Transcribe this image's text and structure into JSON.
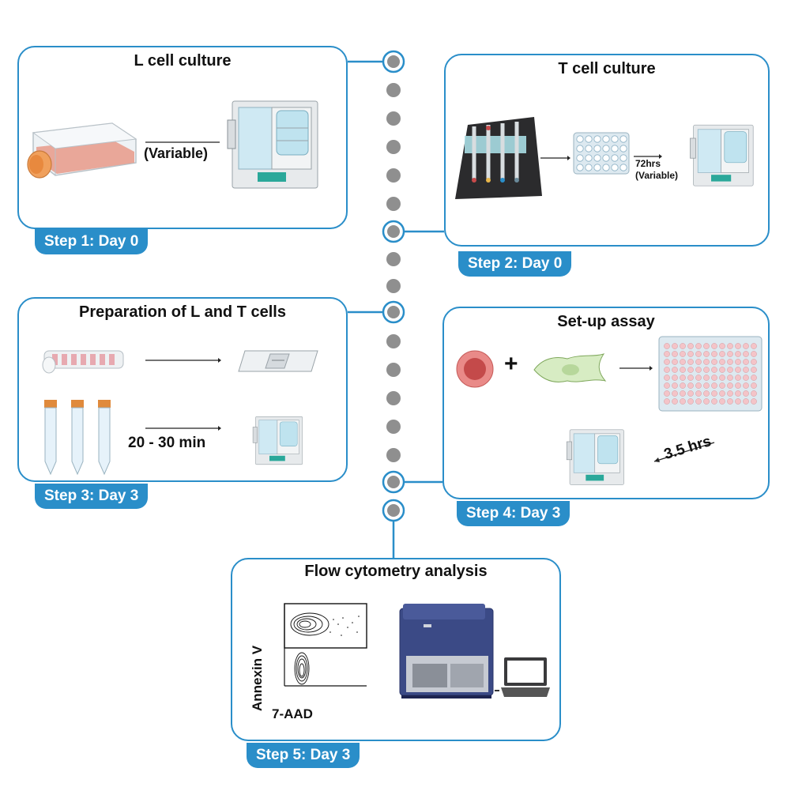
{
  "colors": {
    "accent": "#2a8ec9",
    "dot": "#8f8f8f"
  },
  "panels": {
    "p1": {
      "title": "L cell culture",
      "step": "Step 1: Day 0",
      "arrow_label": "(Variable)"
    },
    "p2": {
      "title": "T cell culture",
      "step": "Step 2: Day 0",
      "time_label_1": "72hrs",
      "time_label_2": "(Variable)"
    },
    "p3": {
      "title": "Preparation of L and T cells",
      "step": "Step 3: Day 3",
      "time_label": "20 - 30 min"
    },
    "p4": {
      "title": "Set-up assay",
      "step": "Step 4: Day 3",
      "plus": "+",
      "time_label": "3.5 hrs"
    },
    "p5": {
      "title": "Flow cytometry analysis",
      "step": "Step 5: Day 3",
      "y_axis": "Annexin V",
      "x_axis": "7-AAD"
    }
  }
}
